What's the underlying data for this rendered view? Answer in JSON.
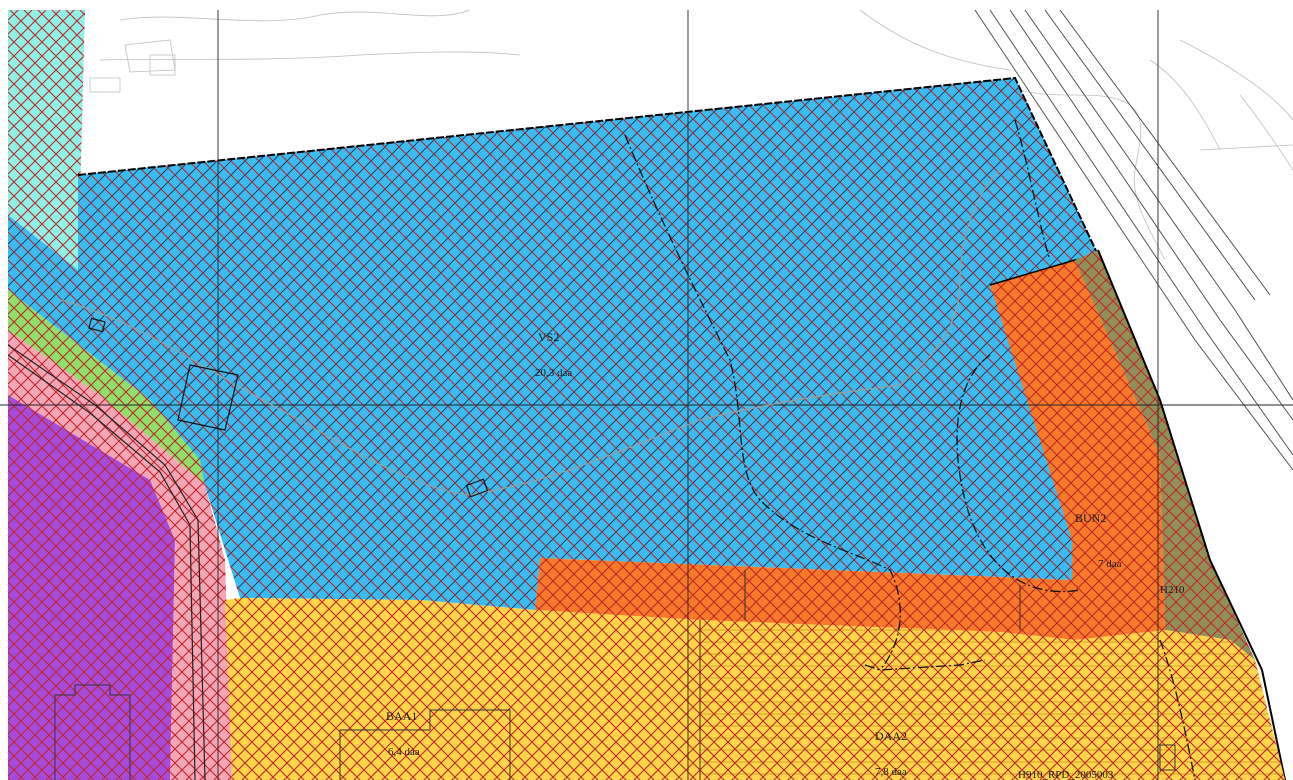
{
  "zones": [
    {
      "code": "VS2",
      "area": "20,3 daa",
      "fill": "#3bbcf0"
    },
    {
      "code": "BUN2",
      "area": "7 daa",
      "fill": "#f77a2a"
    },
    {
      "code": "BAA1",
      "area": "6,4 daa",
      "fill": "#ffd54a"
    },
    {
      "code": "DAA2",
      "area": "7,8 daa",
      "fill": "#ffd54a"
    }
  ],
  "labels": {
    "h210": "H210",
    "h910": "H910_RPD_2005003"
  },
  "colors": {
    "hatch": "#c0262a",
    "boundary": "#000000",
    "purple_zone": "#a64cdc",
    "pink_zone": "#f3a6b6",
    "green_strip": "#8ee06a",
    "cyan_zone": "#8ff2e6",
    "olive_strip": "#8f9058",
    "grid": "#222222"
  }
}
